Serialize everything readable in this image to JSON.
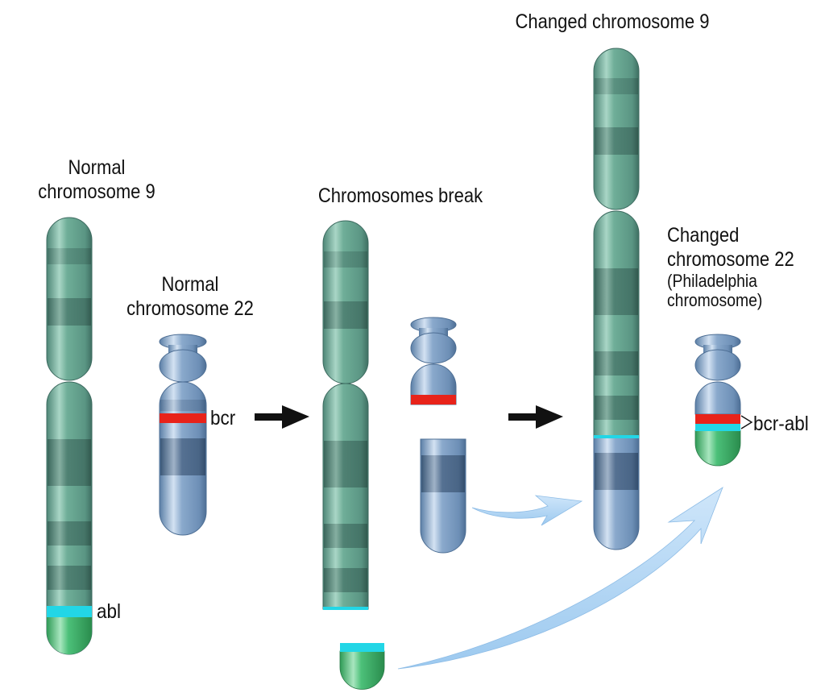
{
  "title_labels": {
    "normal_chr9": [
      "Normal",
      "chromosome 9"
    ],
    "normal_chr22": [
      "Normal",
      "chromosome 22"
    ],
    "break": "Chromosomes break",
    "changed_chr9": "Changed chromosome 9",
    "changed_chr22": [
      "Changed",
      "chromosome 22",
      "(Philadelphia",
      "chromosome)"
    ]
  },
  "gene_labels": {
    "abl": "abl",
    "bcr": "bcr",
    "fusion": "bcr-abl"
  },
  "colors": {
    "chr9_body": "#5e9c88",
    "chr9_light": "#8cc4b0",
    "chr9_dark_band": "#3f6f64",
    "chr22_body": "#7b9dc3",
    "chr22_light": "#b9cfe6",
    "chr22_dark_band": "#3d5878",
    "bcr_band": "#e8231a",
    "abl_band": "#22d6e6",
    "abl_tip": "#3fb46a",
    "transfer_arrow": "#b3d7f5",
    "step_arrow": "#111111"
  },
  "icons": {
    "step_arrow_1": "right-arrow-icon",
    "step_arrow_2": "right-arrow-icon",
    "transfer_arrow_short": "curved-arrow-icon",
    "transfer_arrow_long": "curved-arrow-icon",
    "fusion_pointer": "caret-pointer-icon"
  }
}
